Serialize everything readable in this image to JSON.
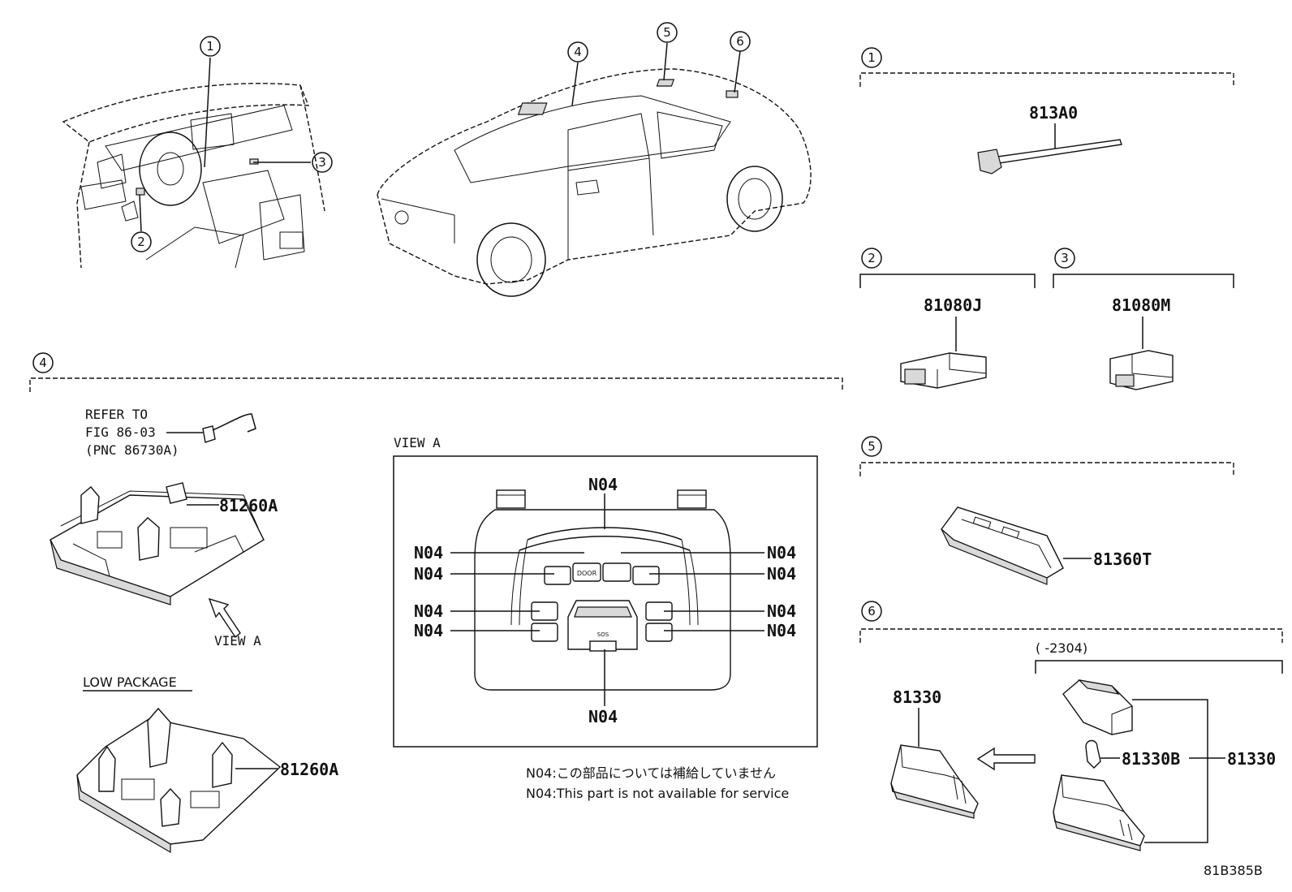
{
  "callouts": [
    "1",
    "2",
    "3",
    "4",
    "5",
    "6"
  ],
  "part_numbers": {
    "p813A0": "813A0",
    "p81080J": "81080J",
    "p81080M": "81080M",
    "p81260A_main": "81260A",
    "p81260A_low": "81260A",
    "p81360T": "81360T",
    "p81330_left": "81330",
    "p81330B": "81330B",
    "p81330_right": "81330"
  },
  "refer": {
    "line1": "REFER TO",
    "line2": "FIG 86-03",
    "line3": "(PNC 86730A)"
  },
  "view_a_arrow_label": "VIEW A",
  "view_a_title": "VIEW A",
  "low_package": "LOW PACKAGE",
  "serial_range": "(      -2304)",
  "n04": "N04",
  "console_labels": {
    "door": "DOOR",
    "sos": "SOS"
  },
  "notes": {
    "jp": "N04:この部品については補給していません",
    "en": "N04:This part is not available for service"
  },
  "figure_id": "81B385B"
}
